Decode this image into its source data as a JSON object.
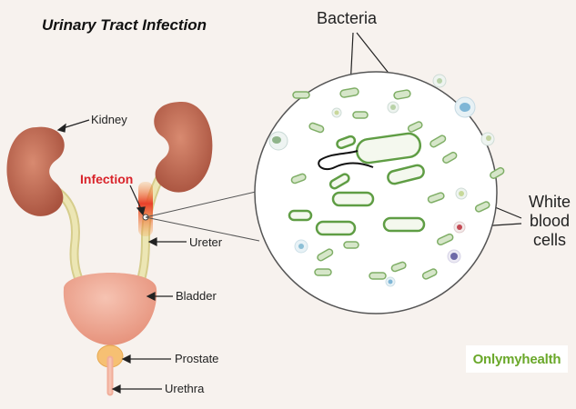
{
  "title": "Urinary Tract Infection",
  "labels": {
    "kidney": "Kidney",
    "infection": "Infection",
    "ureter": "Ureter",
    "bladder": "Bladder",
    "prostate": "Prostate",
    "urethra": "Urethra",
    "bacteria": "Bacteria",
    "wbc_line1": "White",
    "wbc_line2": "blood",
    "wbc_line3": "cells"
  },
  "brand": "Onlymyhealth",
  "colors": {
    "background": "#f7f2ee",
    "kidney": "#c9735a",
    "ureter": "#e3dba0",
    "bladder": "#f1ad99",
    "prostate": "#f6c073",
    "infection": "#d9232a",
    "bacteria": "#6fae4f",
    "brand": "#6aa82a"
  }
}
